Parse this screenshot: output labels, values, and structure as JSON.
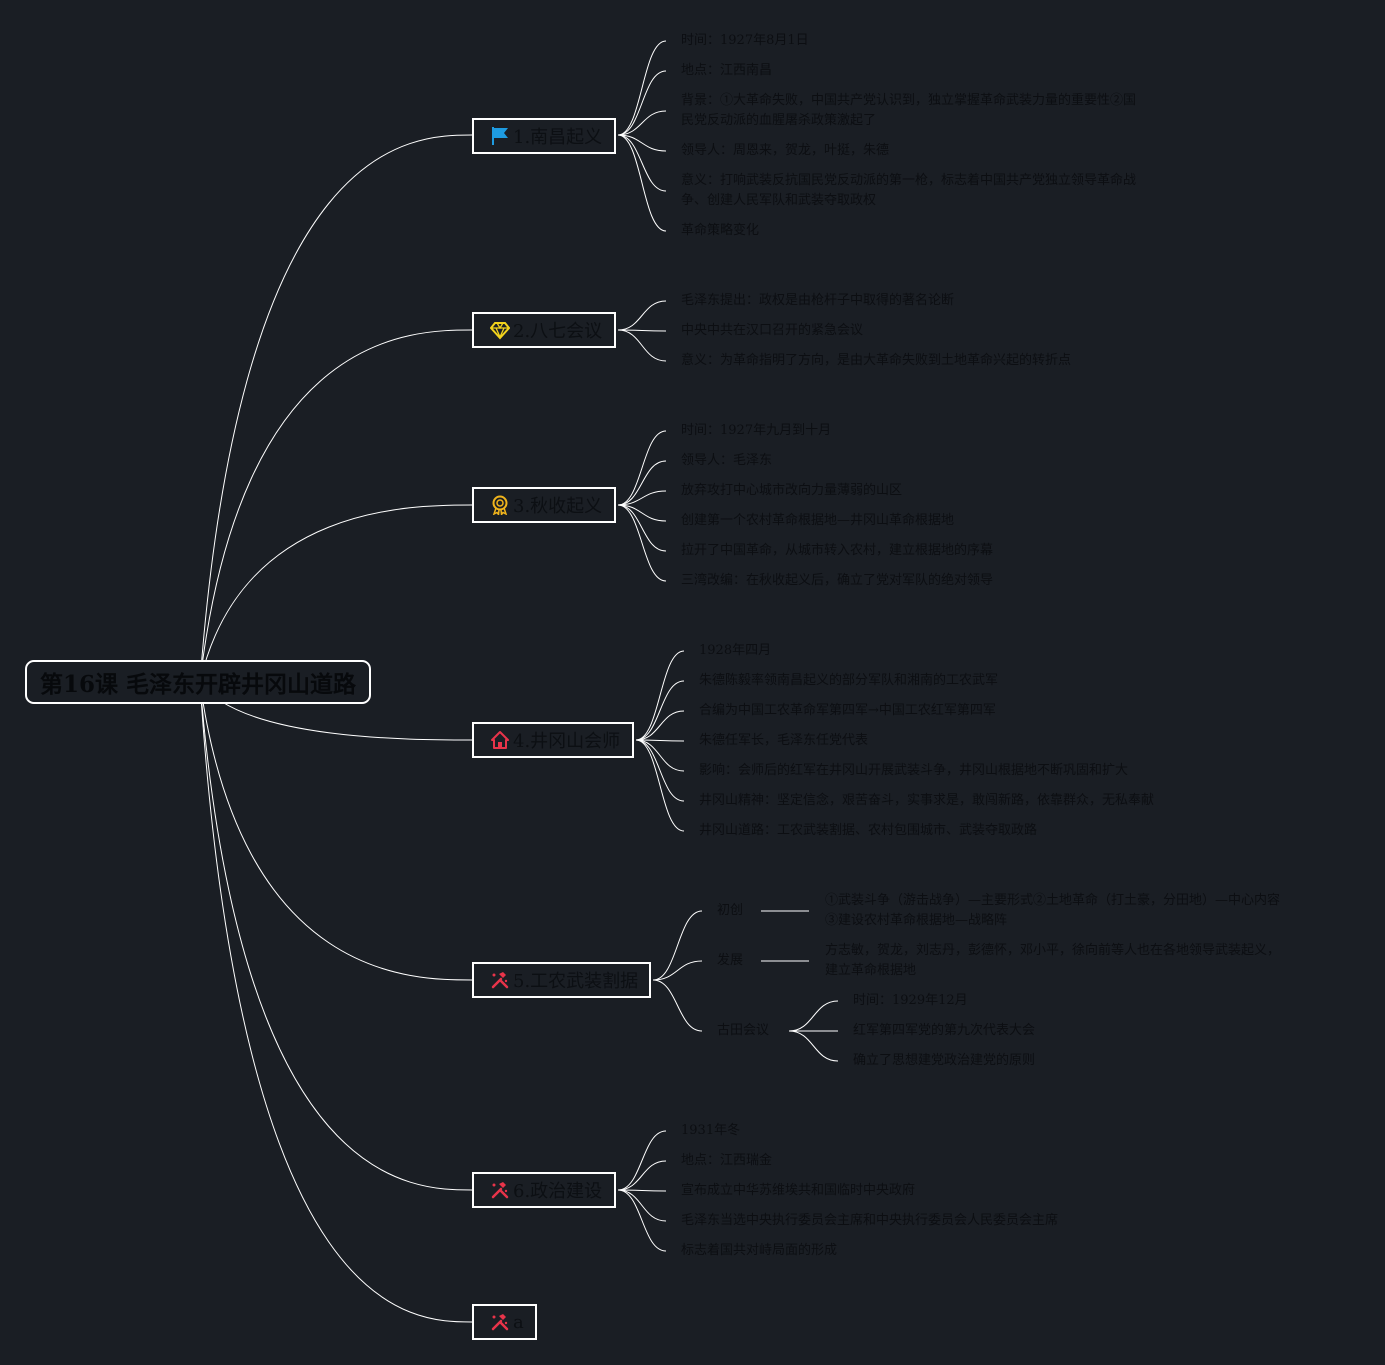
{
  "root": {
    "title": "第16课 毛泽东开辟井冈山道路"
  },
  "colors": {
    "background": "#1a1e24",
    "line": "#ffffff",
    "text": "#0c0e12"
  },
  "topics": [
    {
      "label": "1.南昌起义",
      "icon": "flag-icon",
      "icon_color": "#1e9be0",
      "items": [
        "时间：1927年8月1日",
        "地点：江西南昌",
        "背景：①大革命失败，中国共产党认识到，独立掌握革命武装力量的重要性②国\n民党反动派的血腥屠杀政策激起了",
        "领导人：周恩来，贺龙，叶挺，朱德",
        "意义：打响武装反抗国民党反动派的第一枪，标志着中国共产党独立领导革命战\n争、创建人民军队和武装夺取政权",
        "革命策略变化"
      ]
    },
    {
      "label": "2.八七会议",
      "icon": "diamond-icon",
      "icon_color": "#f2d31c",
      "items": [
        "毛泽东提出：政权是由枪杆子中取得的著名论断",
        "中央中共在汉口召开的紧急会议",
        "意义：为革命指明了方向，是由大革命失败到土地革命兴起的转折点"
      ]
    },
    {
      "label": "3.秋收起义",
      "icon": "medal-icon",
      "icon_color": "#f0b41c",
      "items": [
        "时间：1927年九月到十月",
        "领导人：毛泽东",
        "放弃攻打中心城市改向力量薄弱的山区",
        "创建第一个农村革命根据地—井冈山革命根据地",
        "拉开了中国革命，从城市转入农村，建立根据地的序幕",
        "三湾改编：在秋收起义后，确立了党对军队的绝对领导"
      ]
    },
    {
      "label": "4.井冈山会师",
      "icon": "home-icon",
      "icon_color": "#e8344a",
      "items": [
        "1928年四月",
        "朱德陈毅率领南昌起义的部分军队和湘南的工农武军",
        "合编为中国工农革命军第四军→中国工农红军第四军",
        "朱德任军长，毛泽东任党代表",
        "影响：会师后的红军在井冈山开展武装斗争，井冈山根据地不断巩固和扩大",
        "井冈山精神：坚定信念，艰苦奋斗，实事求是，敢闯新路，依靠群众，无私奉献",
        "井冈山道路：工农武装割据、农村包围城市、武装夺取政路"
      ]
    },
    {
      "label": "5.工农武装割据",
      "icon": "tools-icon",
      "icon_color": "#e8344a",
      "subtopics": [
        {
          "label": "初创",
          "details": [
            "①武装斗争（游击战争）—主要形式②土地革命（打土豪，分田地）—中心内容\n③建设农村革命根据地—战略阵"
          ]
        },
        {
          "label": "发展",
          "details": [
            "方志敏，贺龙，刘志丹，彭德怀，邓小平，徐向前等人也在各地领导武装起义，\n建立革命根据地"
          ]
        },
        {
          "label": "古田会议",
          "details": [
            "时间：1929年12月",
            "红军第四军党的第九次代表大会",
            "确立了思想建党政治建党的原则"
          ]
        }
      ]
    },
    {
      "label": "6.政治建设",
      "icon": "tools-icon",
      "icon_color": "#e8344a",
      "items": [
        "1931年冬",
        "地点：江西瑞金",
        "宣布成立中华苏维埃共和国临时中央政府",
        "毛泽东当选中央执行委员会主席和中央执行委员会人民委员会主席",
        "标志着国共对峙局面的形成"
      ]
    },
    {
      "label": "a",
      "icon": "tools-icon",
      "icon_color": "#e8344a",
      "items": []
    }
  ]
}
